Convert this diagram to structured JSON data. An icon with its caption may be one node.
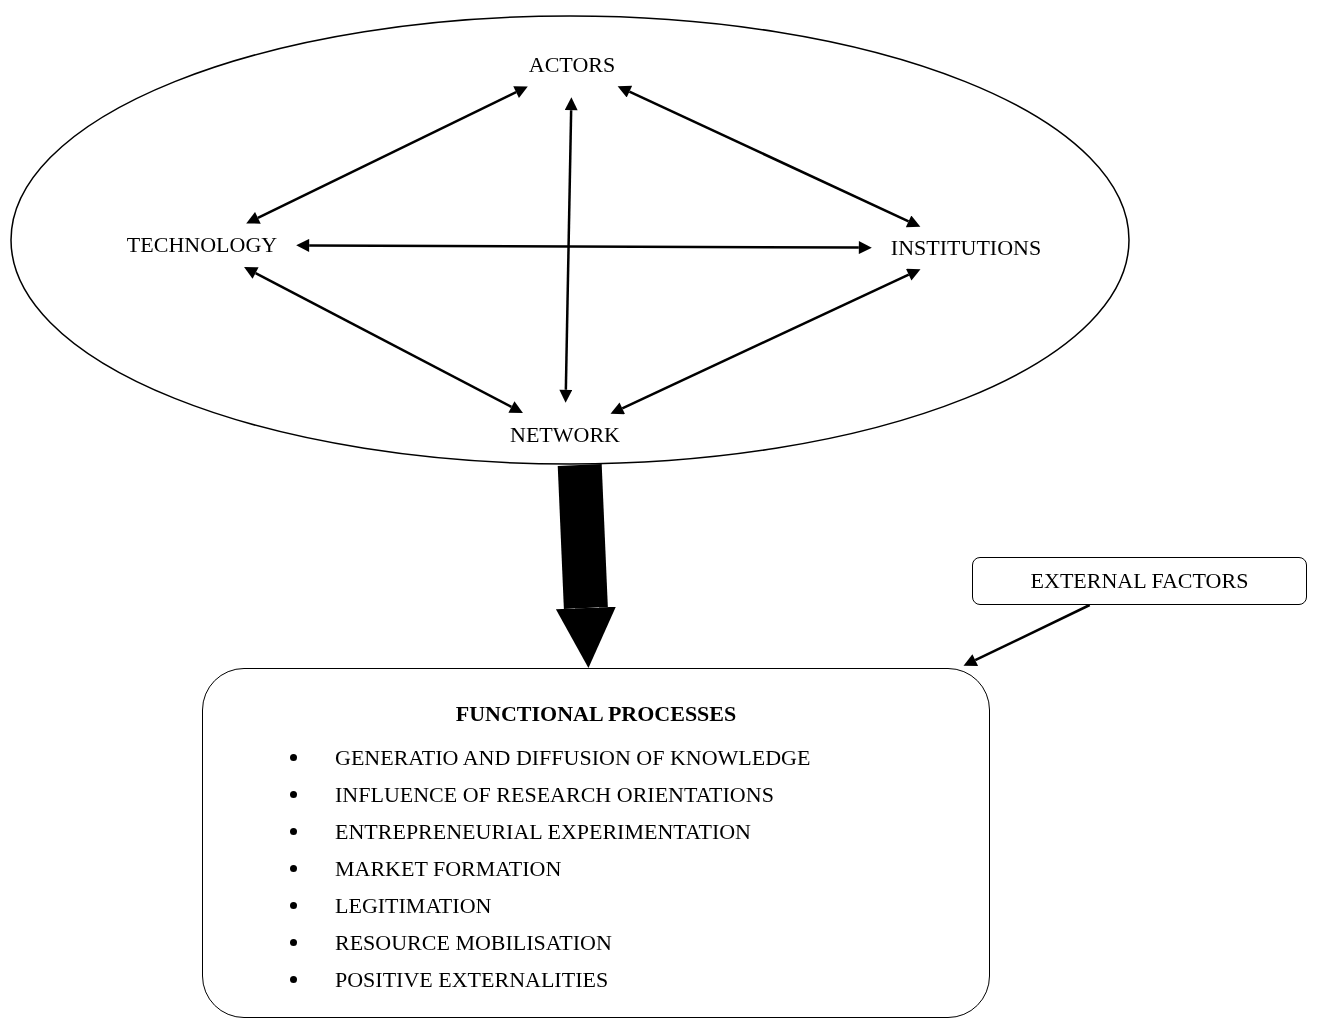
{
  "diagram": {
    "nodes": [
      {
        "text": [],
        "shape": "ellipse"
      },
      {
        "text": [
          "ACTORS"
        ],
        "in": 0
      },
      {
        "text": [
          "TECHNOLOGY"
        ],
        "in": 0
      },
      {
        "text": [
          "INSTITUTIONS"
        ],
        "in": 0
      },
      {
        "text": [
          "NETWORK"
        ],
        "in": 0
      },
      {
        "text": [
          "EXTERNAL FACTORS"
        ]
      },
      {
        "text": [
          "FUNCTIONAL PROCESSES",
          "GENERATIO AND DIFFUSION OF KNOWLEDGE",
          "INFLUENCE OF RESEARCH ORIENTATIONS",
          "ENTREPRENEURIAL EXPERIMENTATION",
          "MARKET FORMATION",
          "LEGITIMATION",
          "RESOURCE MOBILISATION",
          "POSITIVE EXTERNALITIES"
        ]
      }
    ],
    "edges": [
      {
        "from": 2,
        "to": 1,
        "arrow": "both"
      },
      {
        "from": 1,
        "to": 3,
        "arrow": "both"
      },
      {
        "from": 1,
        "to": 4,
        "arrow": "both"
      },
      {
        "from": 2,
        "to": 3,
        "arrow": "both"
      },
      {
        "from": 2,
        "to": 4,
        "arrow": "both"
      },
      {
        "from": 4,
        "to": 3,
        "arrow": "both"
      },
      {
        "from": 0,
        "to": 6,
        "arrow": "to",
        "style": "thick"
      },
      {
        "from": 5,
        "to": 6,
        "arrow": "to"
      }
    ]
  }
}
